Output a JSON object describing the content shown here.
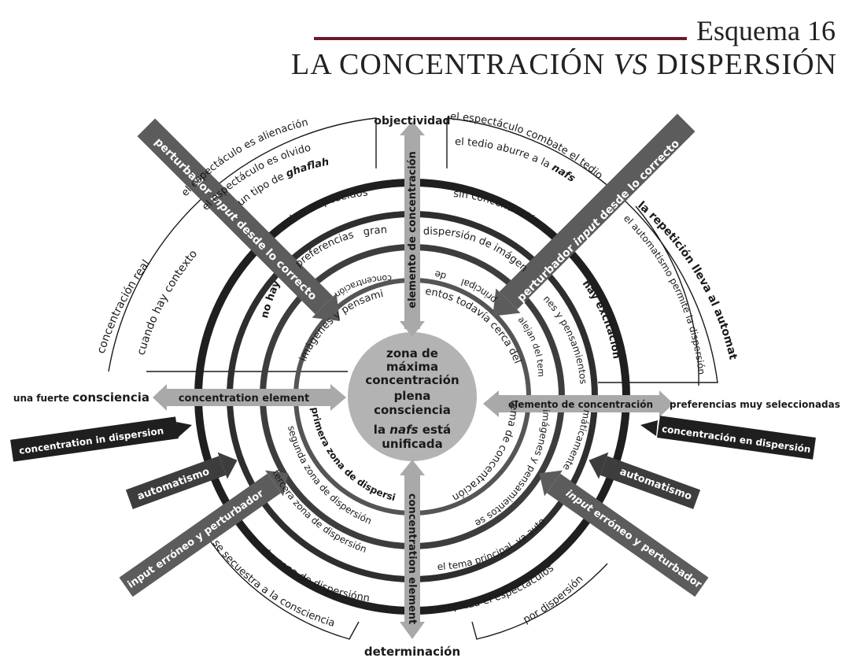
{
  "header": {
    "scheme": "Esquema 16",
    "title_pre": "LA CONCENTRACIÓN ",
    "title_vs": "VS",
    "title_post": " DISPERSIÓN"
  },
  "colors": {
    "accent_rule": "#6b1a2b",
    "ring_outer": "#1f1f1f",
    "ring_mid": "#3d3d3d",
    "ring_inner": "#5a5a5a",
    "arrow_light": "#a9a9a9",
    "arrow_dark": "#5c5c5c",
    "label_box_dark": "#1f1f1f",
    "center_fill": "#b3b3b3"
  },
  "center": {
    "line1": "zona de",
    "line2": "máxima",
    "line3": "concentración",
    "line4": "plena",
    "line5": "consciencia",
    "line6_a": "la ",
    "line6_b": "nafs",
    "line6_c": " está",
    "line7": "unificada"
  },
  "axis_labels": {
    "top": "objectividad",
    "bottom": "determinación",
    "left_prefix": "una fuerte ",
    "left_strong": "consciencia",
    "right": "preferencias muy seleccionadas"
  },
  "arrows": {
    "north": "elemento de concentración",
    "south": "concentration element",
    "west": "concentration element",
    "east": "elemento de concentración",
    "northwest_a": "perturbador ",
    "northwest_b": "input",
    "northwest_c": " desde lo correcto",
    "northeast_a": "perturbador ",
    "northeast_b": "input",
    "northeast_c": " desde lo correcto",
    "southwest": "input erróneo y perturbador",
    "southeast_a": "input",
    "southeast_b": " erróneo y perturbador",
    "left_auto": "automatismo",
    "right_auto": "automatismo"
  },
  "boxes": {
    "left": "concentration in dispersion",
    "right": "concentración en dispersión"
  },
  "outer_text": {
    "alienacion": "el espectáculo es alienación",
    "olvido": "el espectáculo es olvido",
    "ghaflah_a": "un tipo de ",
    "ghaflah_b": "ghaflah",
    "combate": "el espectáculo combate el tedio",
    "tedio_a": "el tedio aburre a la ",
    "tedio_b": "nafs",
    "concentracion_real": "concentración real",
    "cuando_contexto": "cuando hay contexto",
    "repeticion": "la repetición lleva al automatismo",
    "permite": "el automatismo permite la dispersión",
    "secuestra": "se secuestra a la consciencia",
    "por_dispersion": "por dispersión"
  },
  "ring_text": {
    "poseidos": "estamos poseídos",
    "sin_conc": "sin concentración",
    "preferencias": "preferencias   gran",
    "dispersion_imagen": "dispersión de imágen",
    "no_hay": "no hay",
    "hay_excitacion": "hay excitación",
    "conc_inv": "concentración",
    "de_inv": "de",
    "principal_inv": "principal",
    "imagenes_pensami": "imágenes y pensami",
    "entos_todavia": "entos todavía cerca del",
    "tema_conc": "tema de concentración",
    "alejan_tema": "alejan del tema",
    "nes_pens": "nes y pensamientos",
    "imag_pens_se": "imágenes y pensamientos se",
    "maticamente": "máticamente",
    "va_auto": "el tema principal  va auto",
    "zona1": "primera zona de dispersión",
    "zona2": "segunda zona de dispersión",
    "zona3": "tercera zona de dispersión",
    "zona4": "cuarta zona de dispersiónn",
    "empieza": "empieza el espectáculos"
  }
}
